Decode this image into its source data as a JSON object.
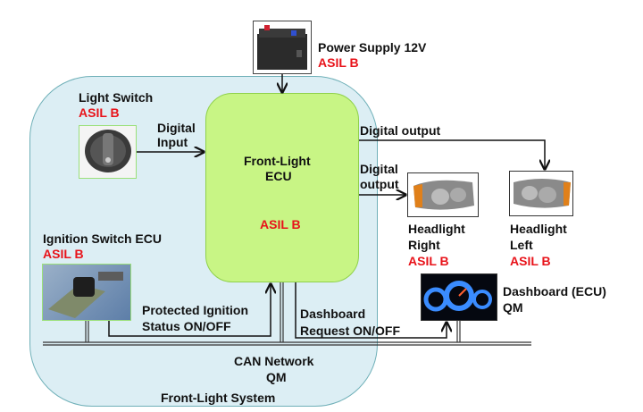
{
  "title": "Front-Light System",
  "power_supply": {
    "label": "Power Supply 12V",
    "asil": "ASIL B"
  },
  "light_switch": {
    "label": "Light Switch",
    "asil": "ASIL B"
  },
  "digital_input": {
    "line1": "Digital",
    "line2": "Input"
  },
  "ecu": {
    "line1": "Front-Light",
    "line2": "ECU",
    "asil": "ASIL B"
  },
  "digital_output_top": {
    "label": "Digital output"
  },
  "digital_output_right": {
    "line1": "Digital",
    "line2": "output"
  },
  "headlight_right": {
    "line1": "Headlight",
    "line2": "Right",
    "asil": "ASIL B"
  },
  "headlight_left": {
    "line1": "Headlight",
    "line2": "Left",
    "asil": "ASIL B"
  },
  "ignition": {
    "label": "Ignition Switch ECU",
    "asil": "ASIL B"
  },
  "protected_ignition": {
    "line1": "Protected Ignition",
    "line2": "Status ON/OFF"
  },
  "dashboard_request": {
    "line1": "Dashboard",
    "line2": "Request ON/OFF"
  },
  "dashboard": {
    "label": "Dashboard (ECU)",
    "asil": "QM"
  },
  "can": {
    "label": "CAN Network",
    "asil": "QM"
  },
  "system_label": "Front-Light System",
  "colors": {
    "asil_red": "#e8131a",
    "ecu_fill": "#c8f585",
    "system_fill": "#dceef4"
  }
}
